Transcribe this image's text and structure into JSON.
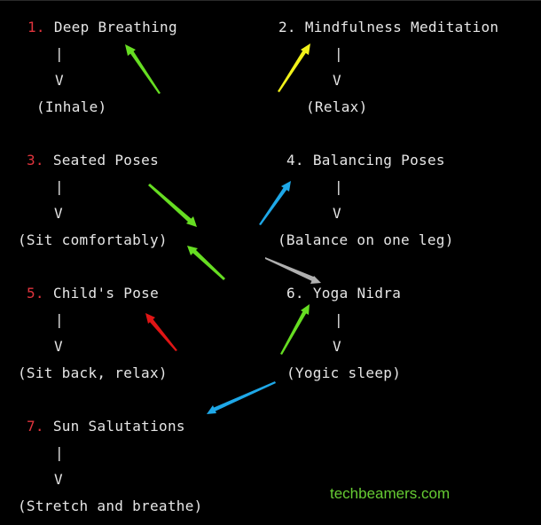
{
  "steps": [
    {
      "number": "1.",
      "title": "Deep Breathing",
      "pipe": "|",
      "arrow": "V",
      "note": "(Inhale)",
      "number_color": "#e0343d"
    },
    {
      "number": "2.",
      "title": "Mindfulness Meditation",
      "pipe": "|",
      "arrow": "V",
      "note": "(Relax)",
      "number_color": "#e6e6e6"
    },
    {
      "number": "3.",
      "title": "Seated Poses",
      "pipe": "|",
      "arrow": "V",
      "note": "(Sit comfortably)",
      "number_color": "#e0343d"
    },
    {
      "number": "4.",
      "title": "Balancing Poses",
      "pipe": "|",
      "arrow": "V",
      "note": "(Balance on one leg)",
      "number_color": "#e6e6e6"
    },
    {
      "number": "5.",
      "title": "Child's Pose",
      "pipe": "|",
      "arrow": "V",
      "note": "(Sit back, relax)",
      "number_color": "#e0343d"
    },
    {
      "number": "6.",
      "title": "Yoga Nidra",
      "pipe": "|",
      "arrow": "V",
      "note": "(Yogic sleep)",
      "number_color": "#e6e6e6"
    },
    {
      "number": "7.",
      "title": "Sun Salutations",
      "pipe": "|",
      "arrow": "V",
      "note": "(Stretch and breathe)",
      "number_color": "#e0343d"
    }
  ],
  "watermark": "techbeamers.com",
  "colors": {
    "background": "#000000",
    "text": "#e6e6e6",
    "red_number": "#e0343d",
    "watermark": "#66cc33",
    "arrow_green": "#66dd22",
    "arrow_yellow": "#f2f21a",
    "arrow_blue": "#1ea8e8",
    "arrow_gray": "#b0b0b0",
    "arrow_red": "#e01515"
  },
  "arrows": [
    {
      "name": "green-arrow-to-step1",
      "color": "#66dd22"
    },
    {
      "name": "yellow-arrow-to-step2",
      "color": "#f2f21a"
    },
    {
      "name": "green-arrow-step3-down",
      "color": "#66dd22"
    },
    {
      "name": "blue-arrow-to-step4",
      "color": "#1ea8e8"
    },
    {
      "name": "green-arrow-up-to-step3-note",
      "color": "#66dd22"
    },
    {
      "name": "gray-arrow-to-step6",
      "color": "#b0b0b0"
    },
    {
      "name": "red-arrow-to-step5",
      "color": "#e01515"
    },
    {
      "name": "green-arrow-to-step6",
      "color": "#66dd22"
    },
    {
      "name": "blue-arrow-to-step7",
      "color": "#1ea8e8"
    }
  ]
}
